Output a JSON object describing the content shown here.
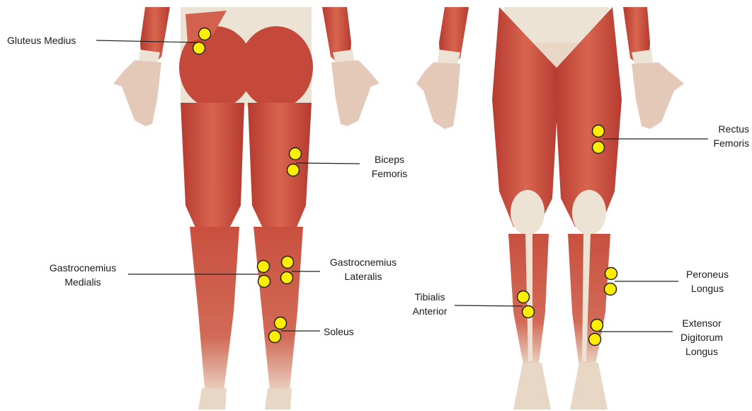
{
  "labels": {
    "gluteus_medius": [
      "Gluteus Medius"
    ],
    "biceps_femoris": [
      "Biceps",
      "Femoris"
    ],
    "gastrocnemius_medialis": [
      "Gastrocnemius",
      "Medialis"
    ],
    "gastrocnemius_lateralis": [
      "Gastrocnemius",
      "Lateralis"
    ],
    "soleus": [
      "Soleus"
    ],
    "rectus_femoris": [
      "Rectus",
      "Femoris"
    ],
    "tibialis_anterior": [
      "Tibialis",
      "Anterior"
    ],
    "peroneus_longus": [
      "Peroneus",
      "Longus"
    ],
    "extensor_digitorum_longus": [
      "Extensor",
      "Digitorum",
      "Longus"
    ]
  },
  "colors": {
    "electrode_fill": "#ffee00",
    "electrode_stroke": "#222222",
    "leader_line": "#222222",
    "muscle": "#c2453a",
    "muscle_light": "#d86a55",
    "tendon": "#ece3d4",
    "skin_base": "#f1e2d6"
  },
  "views": [
    "posterior",
    "anterior"
  ]
}
